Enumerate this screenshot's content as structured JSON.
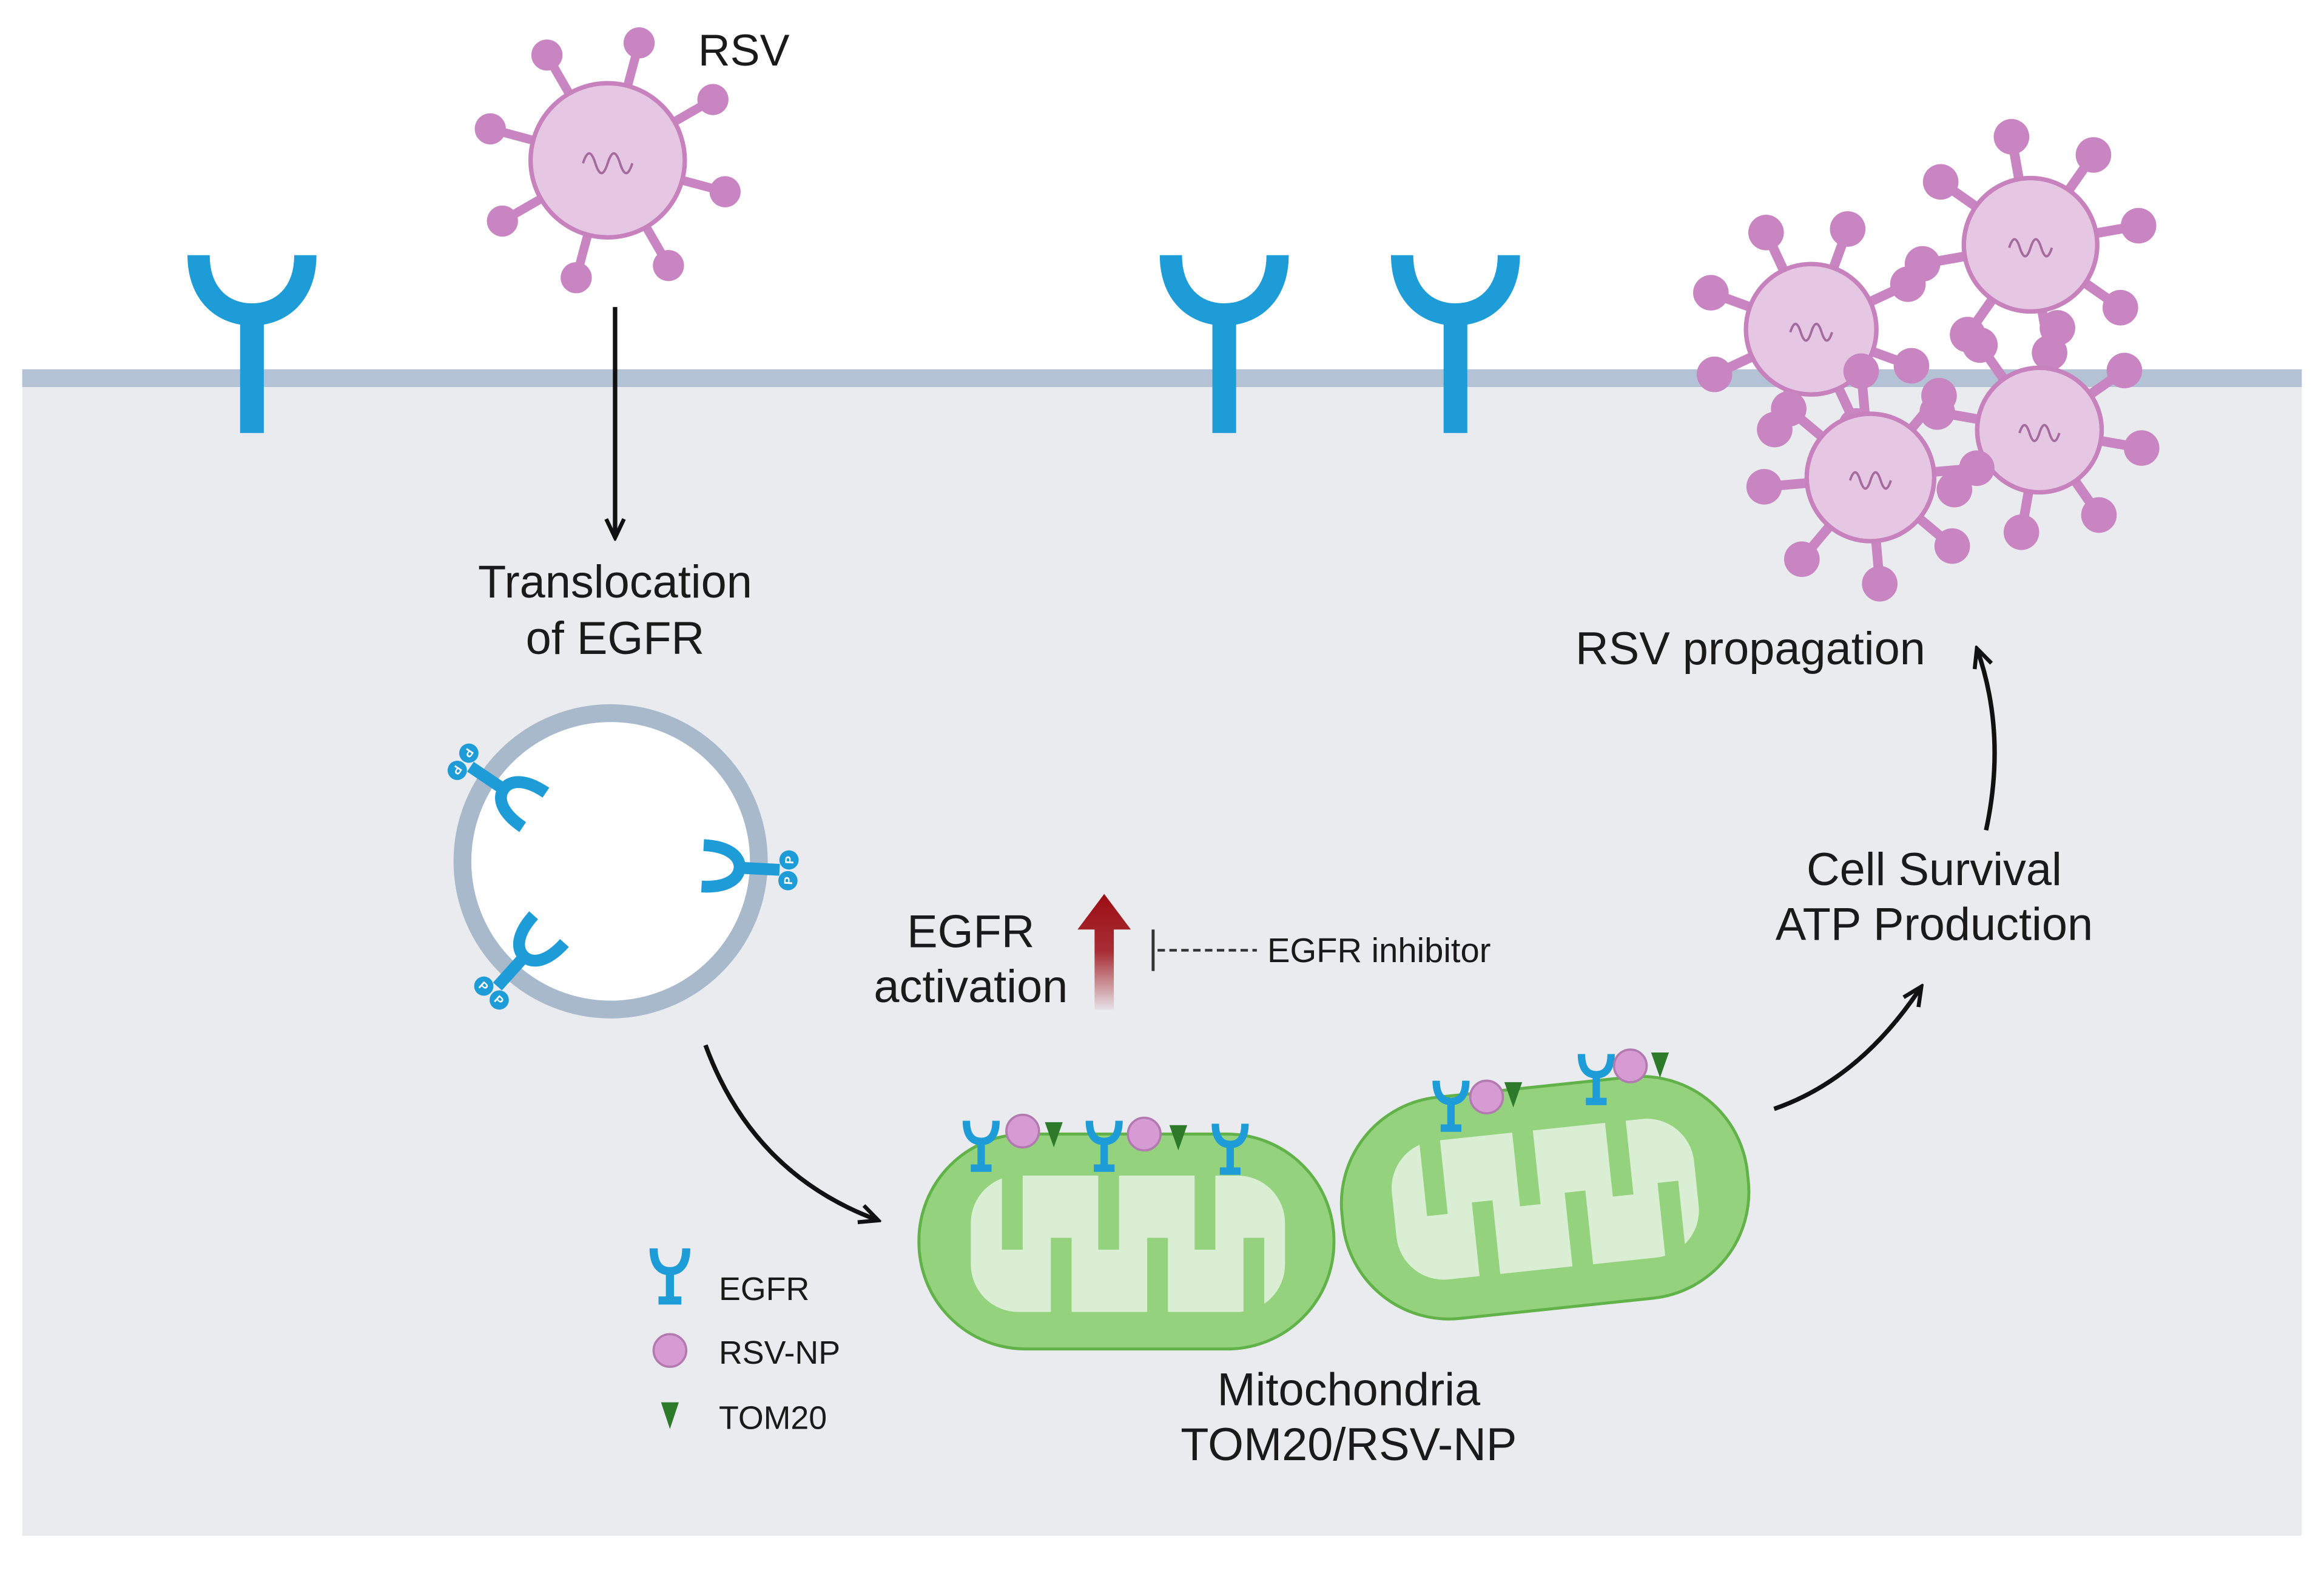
{
  "top_virus": {
    "label": "RSV"
  },
  "translocation": {
    "line1": "Translocation",
    "line2": "of EGFR"
  },
  "phospho_label": "P",
  "egfr_activation": {
    "line1": "EGFR",
    "line2": "activation"
  },
  "inhibitor": {
    "label": "EGFR inhibitor"
  },
  "mitochondria": {
    "line1": "Mitochondria",
    "line2": "TOM20/RSV-NP"
  },
  "outcome": {
    "line1": "Cell Survival",
    "line2": "ATP Production"
  },
  "propagation": {
    "label": "RSV propagation"
  },
  "legend": {
    "items": [
      {
        "label": "EGFR",
        "icon": "egfr-receptor-icon"
      },
      {
        "label": "RSV-NP",
        "icon": "rsv-np-circle-icon"
      },
      {
        "label": "TOM20",
        "icon": "tom20-triangle-icon"
      }
    ]
  },
  "colors": {
    "receptor": "#1e9cd7",
    "virus_body": "#e6c7e3",
    "virus_outline": "#c781bd",
    "virus_knob": "#c985c1",
    "membrane": "#b3c3d5",
    "cytoplasm": "#e9ebef",
    "vesicle_membrane": "#a9b9cc",
    "mito_outer": "#94d27d",
    "mito_stroke": "#62b24a",
    "mito_inner": "#d9eed2",
    "rsv_np": "#d69bd3",
    "rsv_np_stroke": "#b27ab0",
    "tom20": "#2d7a2b",
    "activation_arrow": "#9c0d14"
  }
}
